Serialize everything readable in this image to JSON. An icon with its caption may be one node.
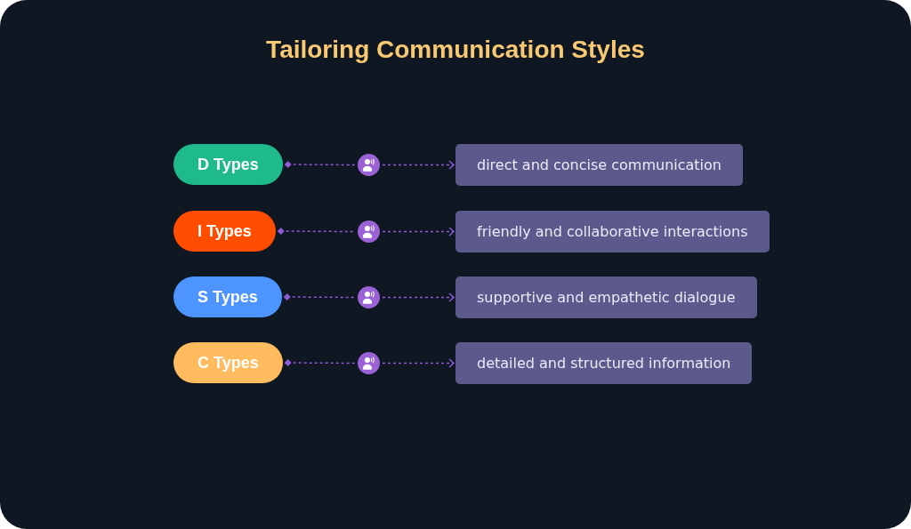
{
  "diagram": {
    "title": "Tailoring Communication Styles",
    "nodes": [
      {
        "text": [
          "D Types"
        ]
      },
      {
        "text": [],
        "shape": "person"
      },
      {
        "text": [
          "direct and concise communication"
        ]
      },
      {
        "text": [
          "I Types"
        ]
      },
      {
        "text": [],
        "shape": "person"
      },
      {
        "text": [
          "friendly and collaborative interactions"
        ]
      },
      {
        "text": [
          "S Types"
        ]
      },
      {
        "text": [],
        "shape": "person"
      },
      {
        "text": [
          "supportive and empathetic dialogue"
        ]
      },
      {
        "text": [
          "C Types"
        ]
      },
      {
        "text": [],
        "shape": "person"
      },
      {
        "text": [
          "detailed and structured information"
        ]
      }
    ],
    "edges": [
      {
        "from": 0,
        "to": 1,
        "arrow": "other",
        "style": "dashed"
      },
      {
        "from": 1,
        "to": 2,
        "arrow": "to",
        "style": "dashed"
      },
      {
        "from": 3,
        "to": 4,
        "arrow": "other",
        "style": "dashed"
      },
      {
        "from": 4,
        "to": 5,
        "arrow": "to",
        "style": "dashed"
      },
      {
        "from": 6,
        "to": 7,
        "arrow": "other",
        "style": "dashed"
      },
      {
        "from": 7,
        "to": 8,
        "arrow": "to",
        "style": "dashed"
      },
      {
        "from": 9,
        "to": 10,
        "arrow": "other",
        "style": "dashed"
      },
      {
        "from": 10,
        "to": 11,
        "arrow": "to",
        "style": "dashed"
      }
    ]
  }
}
